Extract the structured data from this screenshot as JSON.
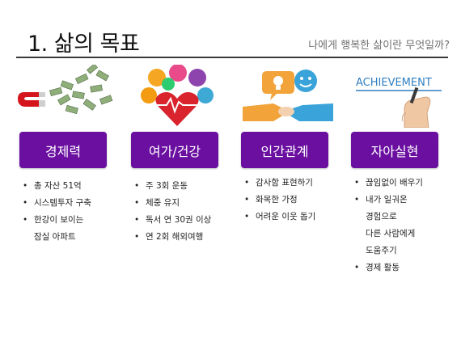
{
  "title": "1. 삶의 목표",
  "subtitle": "나에게 행복한 삶이란 무엇일까?",
  "columns": [
    {
      "name": "money",
      "label": "경제력",
      "bullets": [
        {
          "text": "총 자산 51억",
          "bullet": true
        },
        {
          "text": "시스템투자 구축",
          "bullet": true
        },
        {
          "text": "한강이 보이는",
          "bullet": true
        },
        {
          "text": "잠실 아파트",
          "bullet": false
        }
      ]
    },
    {
      "name": "leisure-health",
      "label": "여가/건강",
      "bullets": [
        {
          "text": "주 3회 운동",
          "bullet": true
        },
        {
          "text": "체중 유지",
          "bullet": true
        },
        {
          "text": "독서 연 30권 이상",
          "bullet": true
        },
        {
          "text": "연 2회 해외여행",
          "bullet": true
        }
      ]
    },
    {
      "name": "relationships",
      "label": "인간관계",
      "bullets": [
        {
          "text": "감사함 표현하기",
          "bullet": true
        },
        {
          "text": "화목한 가정",
          "bullet": true
        },
        {
          "text": "어려운 이웃 돕기",
          "bullet": true
        }
      ]
    },
    {
      "name": "self-actualization",
      "label": "자아실현",
      "illustration_text": "ACHIEVEMENT",
      "bullets": [
        {
          "text": "끊임없이 배우기",
          "bullet": true
        },
        {
          "text": "내가 일궈온",
          "bullet": true
        },
        {
          "text": "경험으로",
          "bullet": false
        },
        {
          "text": "다른 사람에게",
          "bullet": false
        },
        {
          "text": "도움주기",
          "bullet": false
        },
        {
          "text": "경제 활동",
          "bullet": true
        }
      ]
    }
  ],
  "colors": {
    "button_bg": "#6a0fa0",
    "button_text": "#ffffff",
    "rule": "#3a3a3a",
    "subtitle": "#707070"
  },
  "icons": [
    "magnet-money-icon",
    "health-heart-icon",
    "handshake-idea-icon",
    "achievement-hand-icon"
  ]
}
